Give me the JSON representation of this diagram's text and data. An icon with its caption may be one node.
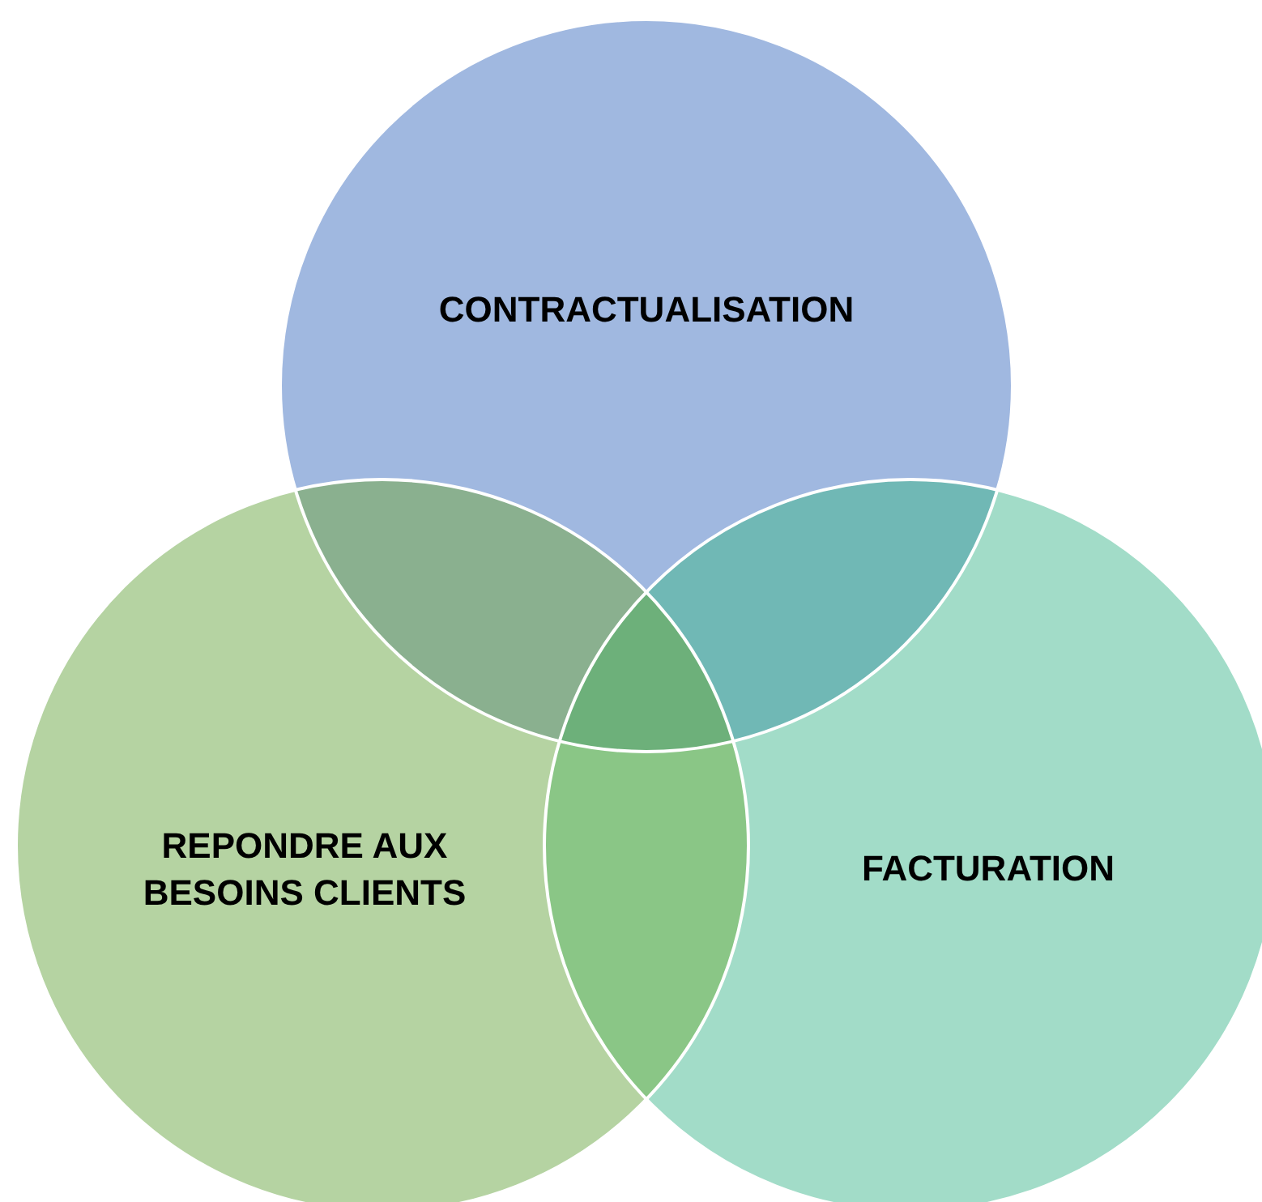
{
  "diagram": {
    "nodes": [
      {
        "text": [
          "CONTRACTUALISATION"
        ]
      },
      {
        "text": [
          "REPONDRE AUX BESOINS CLIENTS"
        ]
      },
      {
        "text": [
          "FACTURATION"
        ]
      }
    ]
  }
}
